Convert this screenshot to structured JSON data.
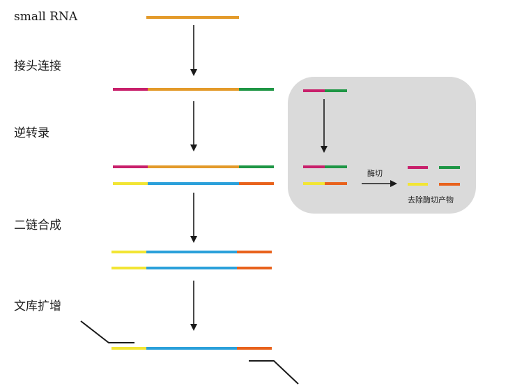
{
  "steps": {
    "s1": "small RNA",
    "s2": "接头连接",
    "s3": "逆转录",
    "s4": "二链合成",
    "s5": "文库扩增"
  },
  "inset": {
    "enzyme_label": "酶切",
    "product_label": "去除酶切产物"
  },
  "colors": {
    "small_rna": "#E39A2A",
    "adapter_5": "#C8206B",
    "adapter_3": "#1E9645",
    "cdna_5": "#F2E534",
    "cdna_mid": "#2BA0DA",
    "cdna_3": "#E8621C",
    "inset_bg": "#DADADA",
    "arrow": "#1a1a1a"
  }
}
